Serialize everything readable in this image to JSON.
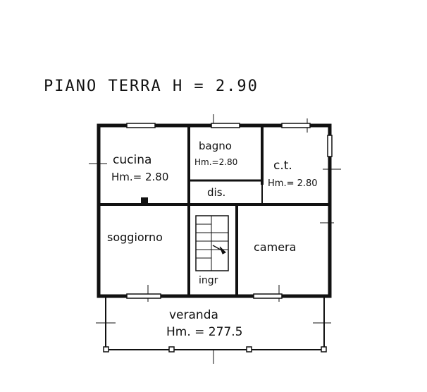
{
  "title": "PIANO TERRA H = 2.90",
  "rooms": {
    "cucina": {
      "name": "cucina",
      "height": "Hm.= 2.80"
    },
    "bagno": {
      "name": "bagno",
      "height": "Hm.=2.80"
    },
    "ct": {
      "name": "c.t.",
      "height": "Hm.= 2.80"
    },
    "dis": {
      "name": "dis."
    },
    "soggiorno": {
      "name": "soggiorno"
    },
    "camera": {
      "name": "camera"
    },
    "ingr": {
      "name": "ingr"
    },
    "veranda": {
      "name": "veranda",
      "height": "Hm. = 277.5"
    }
  }
}
